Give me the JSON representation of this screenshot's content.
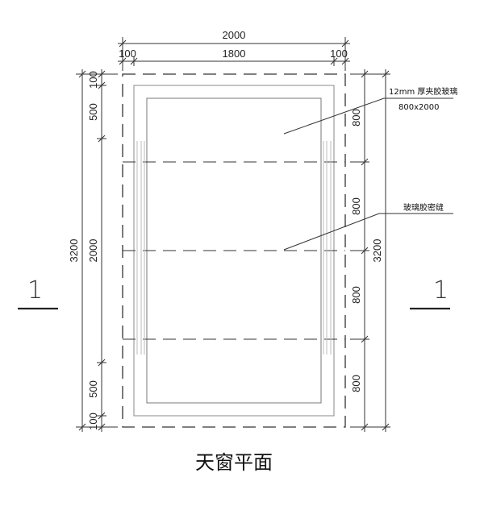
{
  "drawing": {
    "title": "天窗平面",
    "top_dims": {
      "overall": "2000",
      "left_edge": "100",
      "middle": "1800",
      "right_edge": "100"
    },
    "left_dims": {
      "top_edge": "100",
      "upper": "500",
      "middle": "2000",
      "lower": "500",
      "bottom_edge": "100",
      "overall": "3200"
    },
    "right_dims": {
      "pane1": "800",
      "pane2": "800",
      "pane3": "800",
      "pane4": "800",
      "overall": "3200"
    },
    "notes": {
      "glass": "12mm 厚夹胶玻璃",
      "glass_size": "800x2000",
      "seal": "玻璃胶密缝"
    },
    "section_marks": {
      "left": "1",
      "right": "1"
    }
  }
}
